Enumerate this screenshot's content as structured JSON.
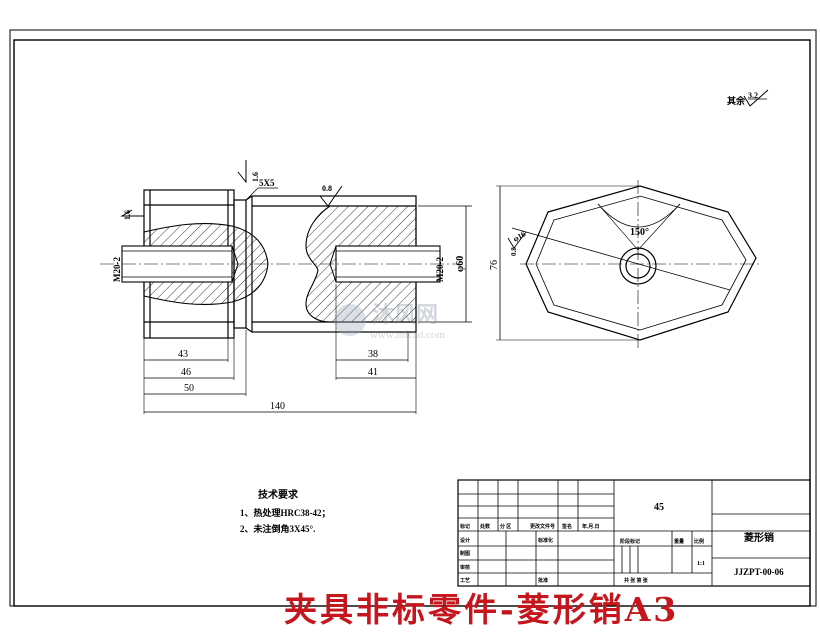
{
  "drawing": {
    "surface_finish_note": "其余",
    "surface_finish_value": "3.2",
    "roughness_top": "1.6",
    "roughness_left": "1.6",
    "roughness_mid": "0.8",
    "chamfer_label": "5X5",
    "thread_left": "M20-2",
    "thread_right": "M20-2",
    "diameter_shaft": "φ60",
    "dims": {
      "d43": "43",
      "d46": "46",
      "d50": "50",
      "d140": "140",
      "d38": "38",
      "d41": "41"
    },
    "section": {
      "height_dim": "76",
      "hole_dia": "φ16",
      "hole_roughness": "0.8",
      "angle": "150°"
    }
  },
  "tech_req": {
    "title": "技术要求",
    "line1": "1、热处理HRC38-42；",
    "line2": "2、未注倒角3X45°."
  },
  "title_block": {
    "material": "45",
    "part_name": "菱形销",
    "drawing_no": "JJZPT-00-06",
    "scale": "1:1",
    "h_mark": "标记",
    "h_qty": "处数",
    "h_zone": "分 区",
    "h_change": "更改文件号",
    "h_sign": "签名",
    "h_date": "年.月.日",
    "h_design": "设计",
    "h_std": "标准化",
    "h_stage": "阶段标记",
    "h_weight": "重量",
    "h_ratio": "比例",
    "h_check": "审核",
    "h_process": "工艺",
    "h_approve": "批准",
    "h_sheet": "共  张  第  张",
    "h_draw": "制图"
  },
  "watermark": {
    "brand": "沐风网",
    "url": "www.mfcad.com"
  },
  "caption": "夹具非标零件-菱形销A3"
}
